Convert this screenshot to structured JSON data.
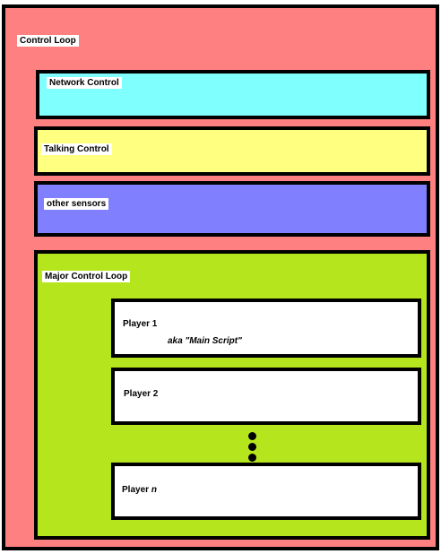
{
  "diagram": {
    "control_loop": {
      "label": "Control Loop",
      "color": "#ff8080"
    },
    "network_control": {
      "label": "Network Control",
      "color": "#80ffff"
    },
    "talking_control": {
      "label": "Talking Control",
      "color": "#ffff80"
    },
    "other_sensors": {
      "label": "other sensors",
      "color": "#8080ff"
    },
    "major_control_loop": {
      "label": "Major Control Loop",
      "color": "#b5e61d"
    },
    "players": [
      {
        "label": "Player 1",
        "subtitle": "aka \"Main Script\""
      },
      {
        "label": "Player 2"
      },
      {
        "label_prefix": "Player ",
        "label_suffix": "n"
      }
    ],
    "ellipsis_icon": "vertical-ellipsis"
  }
}
